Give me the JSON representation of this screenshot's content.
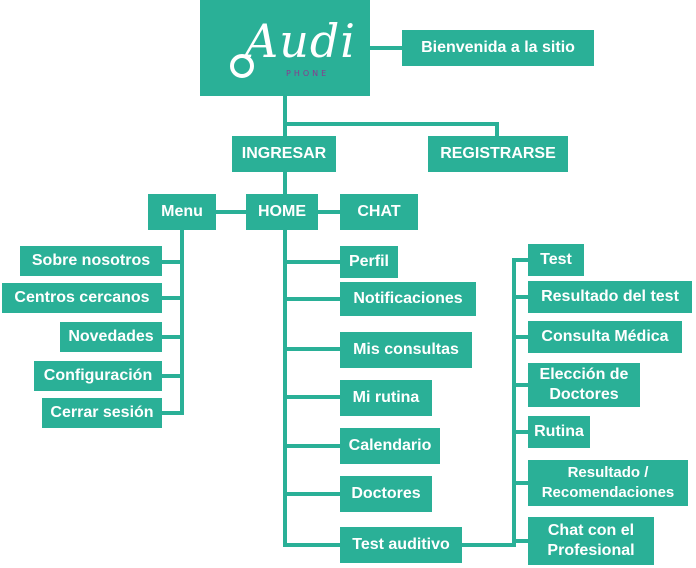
{
  "logo": {
    "name": "Audi",
    "sub": "PHONE"
  },
  "nodes": {
    "welcome": "Bienvenida a la sitio",
    "login": "INGRESAR",
    "register": "REGISTRARSE",
    "menu": "Menu",
    "home": "HOME",
    "chat": "CHAT",
    "about": "Sobre nosotros",
    "centers": "Centros cercanos",
    "news": "Novedades",
    "settings": "Configuración",
    "logout": "Cerrar sesión",
    "profile": "Perfil",
    "notifications": "Notificaciones",
    "my_consults": "Mis consultas",
    "my_routine": "Mi rutina",
    "calendar": "Calendario",
    "doctors": "Doctores",
    "hearing_test": "Test auditivo",
    "test": "Test",
    "test_result": "Resultado del test",
    "medical_consult": "Consulta Médica",
    "choose_doctors": "Elección de Doctores",
    "routine": "Rutina",
    "result_recs": "Resultado / Recomendaciones",
    "chat_pro": "Chat con el Profesional"
  },
  "colors": {
    "node": "#2ab097",
    "text": "#ffffff",
    "logo_sub": "#8a3a8f"
  }
}
